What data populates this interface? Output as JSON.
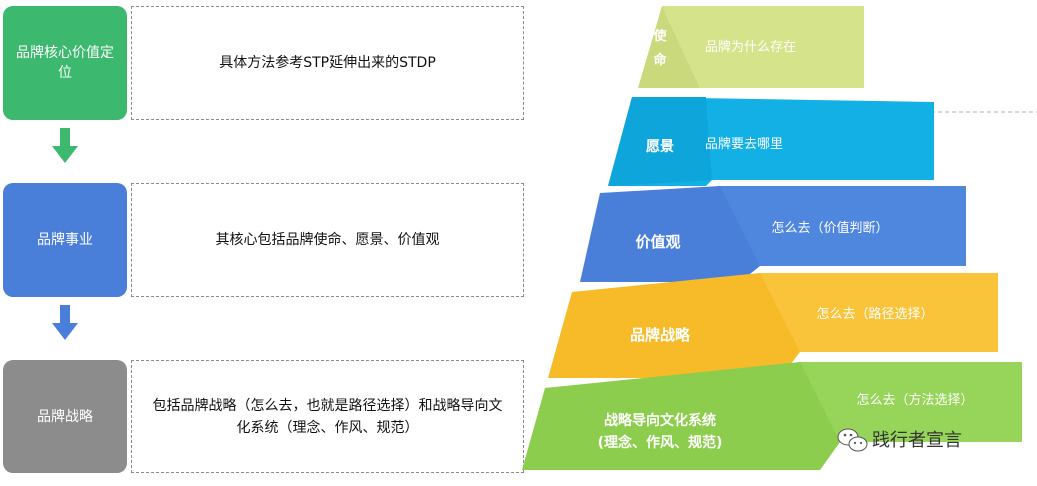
{
  "left": {
    "blocks": [
      {
        "label": "品牌核心价值定位",
        "color": "#3cb96e",
        "desc": "具体方法参考STP延伸出来的STDP"
      },
      {
        "label": "品牌事业",
        "color": "#4a7fd9",
        "desc": "其核心包括品牌使命、愿景、价值观"
      },
      {
        "label": "品牌战略",
        "color": "#8c8c8c",
        "desc": "包括品牌战略（怎么去，也就是路径选择）和战略导向文化系统（理念、作风、规范）"
      }
    ],
    "arrow_colors": [
      "#3cb96e",
      "#4a7fd9"
    ]
  },
  "pyramid": {
    "levels": [
      {
        "label": "使命",
        "desc": "品牌为什么存在",
        "front": "#d5e38a",
        "side": "#c4d478"
      },
      {
        "label": "愿景",
        "desc": "品牌要去哪里",
        "front": "#13b0e6",
        "side": "#0ea2d4"
      },
      {
        "label": "价值观",
        "desc": "怎么去（价值判断）",
        "front": "#4a7fd9",
        "side": "#3f70c8"
      },
      {
        "label": "品牌战略",
        "desc": "怎么去（路径选择）",
        "front": "#f7bb2a",
        "side": "#eaa91b"
      },
      {
        "label": "战略导向文化系统",
        "label2": "(理念、作风、规范)",
        "desc": "怎么去（方法选择）",
        "front": "#8ccd4d",
        "side": "#7cbd40"
      }
    ]
  },
  "watermark": {
    "text": "践行者宣言",
    "icon": "wechat-icon"
  }
}
